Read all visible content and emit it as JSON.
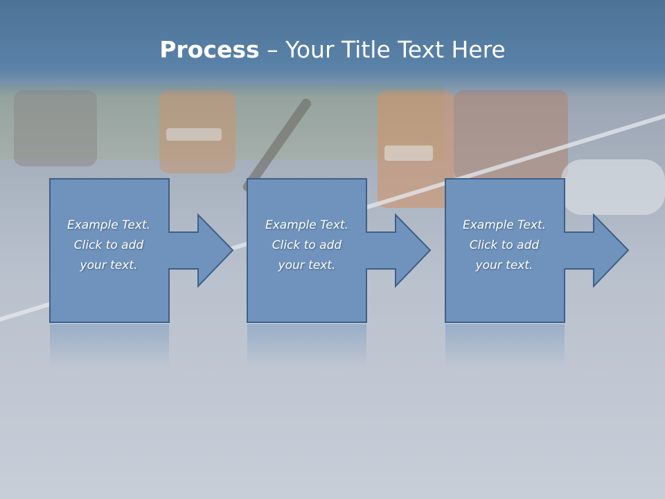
{
  "title": {
    "bold": "Process",
    "separator": " – ",
    "rest": "Your Title Text Here"
  },
  "steps": [
    {
      "line1": "Example Text.",
      "line2": "Click  to add",
      "line3": "your text."
    },
    {
      "line1": "Example Text.",
      "line2": "Click  to add",
      "line3": "your text."
    },
    {
      "line1": "Example Text.",
      "line2": "Click  to add",
      "line3": "your text."
    }
  ],
  "colors": {
    "box_fill": "#6f93bd",
    "box_stroke": "#3e5f86",
    "title_bar": "#4d7296",
    "text": "#ffffff"
  }
}
